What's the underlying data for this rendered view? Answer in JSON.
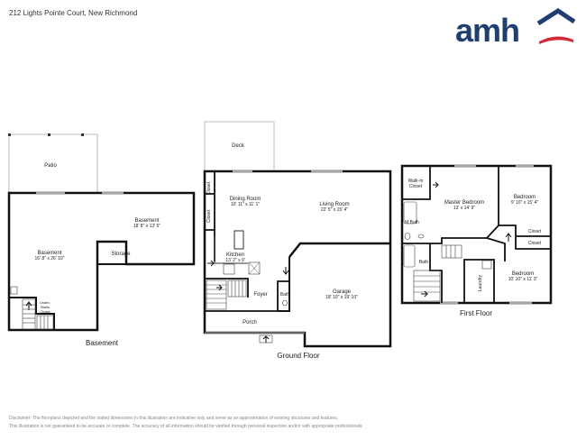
{
  "header": {
    "address": "212 Lights Pointe Court, New Richmond",
    "logo_text": "amh"
  },
  "colors": {
    "brand_blue": "#1f3f73",
    "brand_red": "#d42a35",
    "wall": "#111111",
    "light_wall": "#bbbbbb"
  },
  "floors": {
    "basement": "Basement",
    "ground": "Ground Floor",
    "first": "First Floor"
  },
  "rooms": {
    "patio": {
      "name": "Patio"
    },
    "basement_east": {
      "name": "Basement",
      "dims": "18' 8\" x 13' 5\""
    },
    "basement_main": {
      "name": "Basement",
      "dims": "16' 8\" x 26' 10\""
    },
    "storage": {
      "name": "Storage"
    },
    "under_stairs": {
      "line1": "Under-",
      "line2": "Stairs",
      "line3": "Closet"
    },
    "deck": {
      "name": "Deck"
    },
    "closet_a": {
      "name": "Closet"
    },
    "closet_b": {
      "name": "Closet"
    },
    "dining": {
      "name": "Dining Room",
      "dims": "10' 11\" x 11' 1\""
    },
    "living": {
      "name": "Living Room",
      "dims": "22' 5\" x 15' 4\""
    },
    "kitchen": {
      "name": "Kitchen",
      "dims": "13' 2\" x 9'"
    },
    "foyer": {
      "name": "Foyer"
    },
    "bath_ground": {
      "name": "Bath"
    },
    "garage": {
      "name": "Garage",
      "dims": "18' 10\" x 19' 10\""
    },
    "porch": {
      "name": "Porch"
    },
    "walkin": {
      "line1": "Walk-In",
      "line2": "Closet"
    },
    "master": {
      "name": "Master Bedroom",
      "dims": "13' x 14' 9\""
    },
    "mbath": {
      "name": "M.Bath"
    },
    "bedroom_ne": {
      "name": "Bedroom",
      "dims": "9' 10\" x 15' 4\""
    },
    "closet_c": {
      "name": "Closet"
    },
    "closet_d": {
      "name": "Closet"
    },
    "bath_first": {
      "name": "Bath"
    },
    "laundry": {
      "name": "Laundry"
    },
    "bedroom_se": {
      "name": "Bedroom",
      "dims": "10' 10\" x 11' 3\""
    }
  },
  "disclaimer": {
    "line1": "Disclaimer: The floorplans depicted and the stated dimensions in this illustration are indicative only and serve as an approximation of existing structures and features.",
    "line2": "This illustration is not guaranteed to be accurate or complete. The accuracy of all information should be verified through personal inspection and/or with appropriate professionals."
  }
}
